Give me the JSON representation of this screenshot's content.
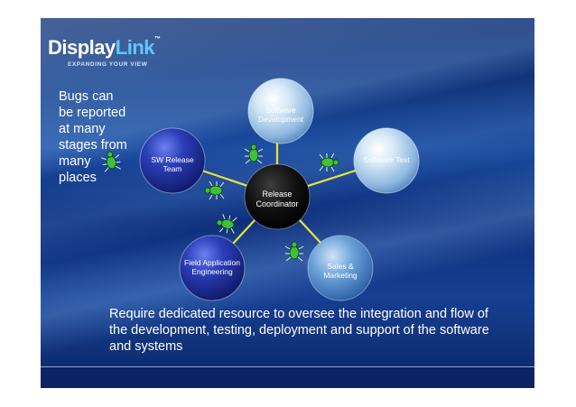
{
  "logo": {
    "word_display": "Display",
    "word_link": "Link",
    "tm": "™",
    "tagline": "EXPANDING YOUR VIEW"
  },
  "side_text": "Bugs can be reported at many stages from many places",
  "main_text": "Require dedicated resource to oversee the integration and flow of the development, testing, deployment and support of the software and systems",
  "nodes": {
    "center": "Release Coordinator",
    "software_development": "Software Development",
    "software_test": "Software Test",
    "sales_marketing": "Sales & Marketing",
    "field_application": "Field Application Engineering",
    "sw_release_team": "SW Release Team"
  },
  "colors": {
    "light_node": "#b9d6f0",
    "dark_node": "#1d2f9a",
    "center_node": "#0a0a0a",
    "connector": "#e8e23a",
    "bug": "#3fbf3a"
  },
  "icons": [
    "bug-icon"
  ]
}
